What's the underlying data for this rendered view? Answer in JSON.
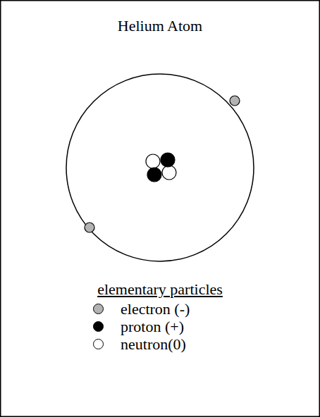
{
  "diagram": {
    "title": "Helium Atom",
    "labels": [
      "elementary particles"
    ],
    "legend": [
      {
        "text": "electron (-)",
        "color": "#b3b3b3"
      },
      {
        "text": "proton (+)",
        "color": "#000000"
      },
      {
        "text": "neutron(0)",
        "color": "#ffffff"
      }
    ]
  }
}
